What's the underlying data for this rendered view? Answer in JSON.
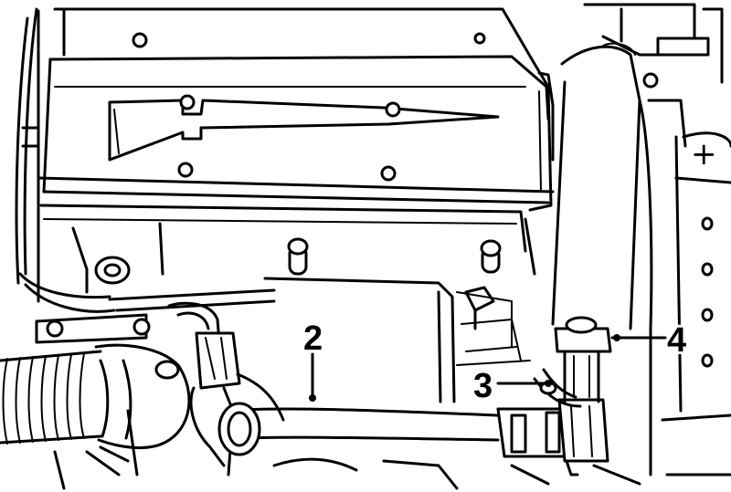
{
  "callouts": [
    {
      "id": "2",
      "label": "2"
    },
    {
      "id": "3",
      "label": "3"
    },
    {
      "id": "4",
      "label": "4"
    }
  ],
  "battery_terminal_symbol": "+"
}
